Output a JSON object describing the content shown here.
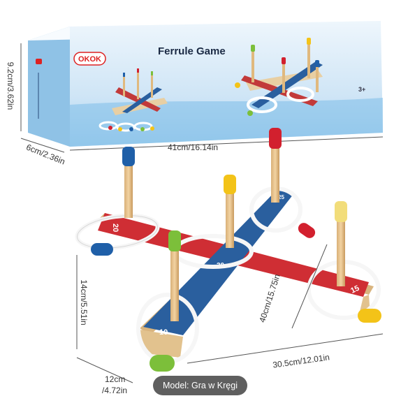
{
  "box": {
    "brand": "OKOK",
    "title": "Ferrule Game",
    "age": "3+"
  },
  "dimensions": {
    "box_height": "9.2cm/3.62in",
    "box_depth": "6cm/2.36in",
    "box_length": "41cm/16.14in",
    "game_height": "14cm/5.51in",
    "game_length": "40cm/15.75in",
    "game_width": "30.5cm/12.01in",
    "game_depth_line1": "12cm",
    "game_depth_line2": "/4.72in"
  },
  "board_numbers": [
    "20",
    "30",
    "15",
    "10",
    "25"
  ],
  "peg_colors": {
    "blue": "#1f5fa8",
    "red": "#d2202e",
    "yellow": "#f3c318",
    "green": "#7cbf3a",
    "white": "#f4f4f4"
  },
  "badge": {
    "label": "Model: Gra w Kręgi"
  }
}
